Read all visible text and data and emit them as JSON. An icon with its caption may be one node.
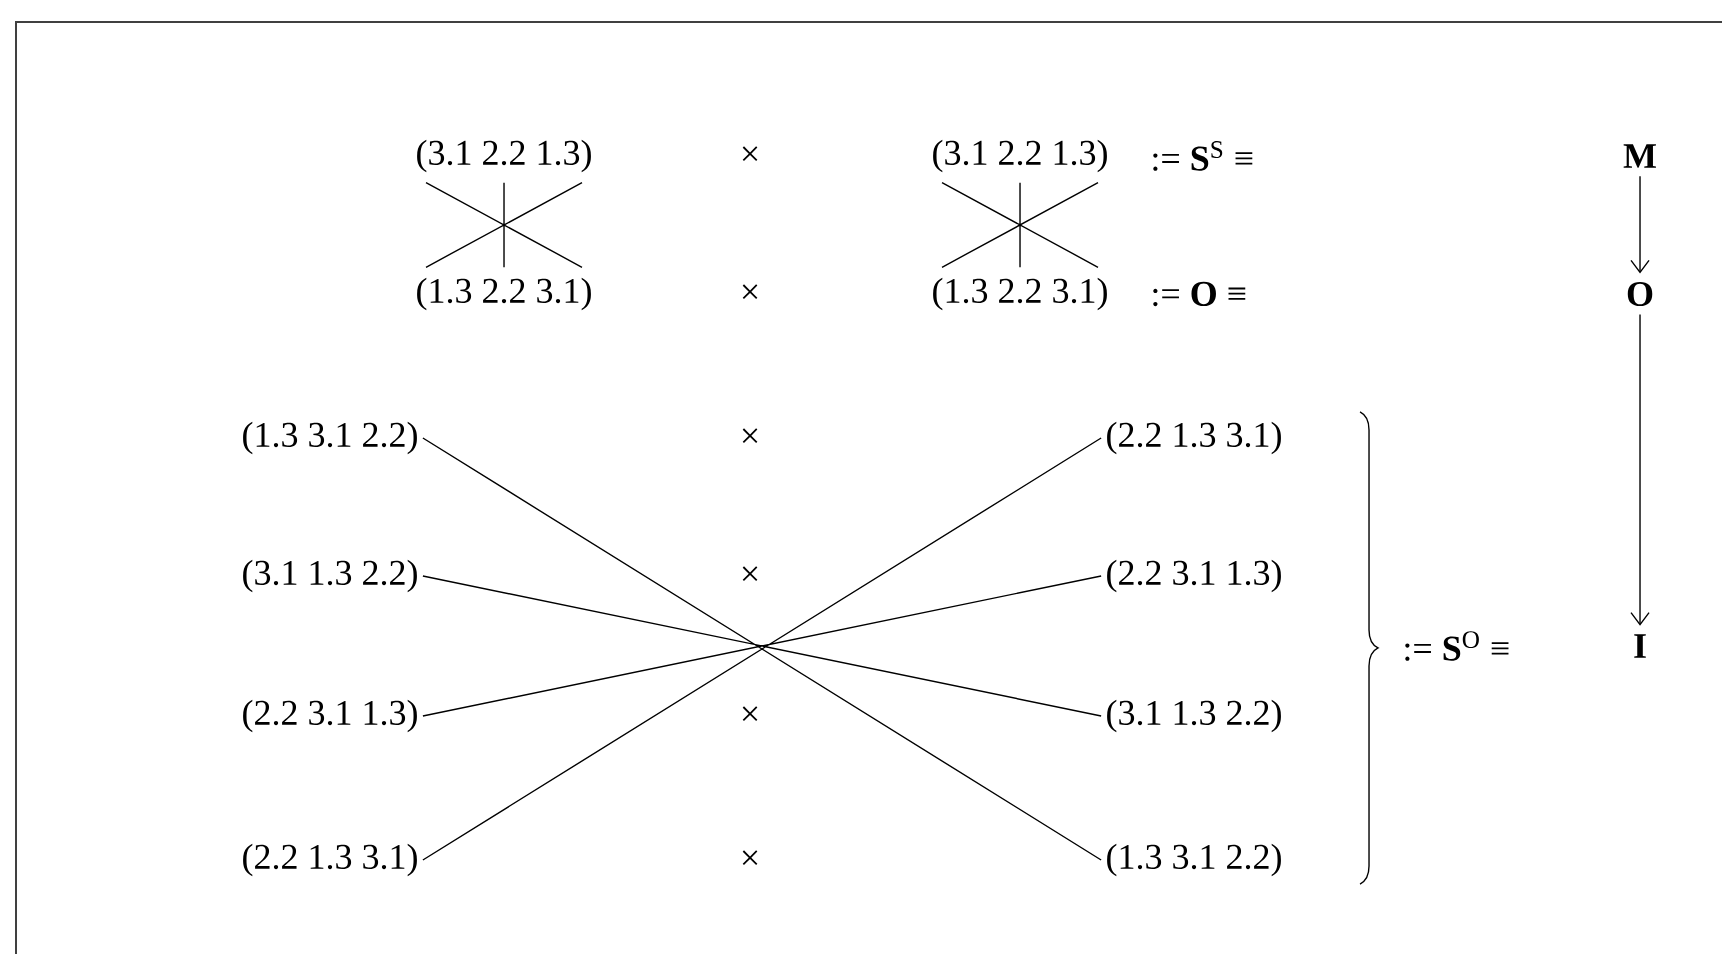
{
  "diagram": {
    "nodes": [
      {
        "text": [
          "(3.1 2.2 1.3)"
        ]
      },
      {
        "text": [
          "(3.1 2.2 1.3)"
        ]
      },
      {
        "text": [
          "M"
        ]
      },
      {
        "text": [
          "(1.3 2.2 3.1)"
        ]
      },
      {
        "text": [
          "(1.3 2.2 3.1)"
        ]
      },
      {
        "text": [
          "O"
        ]
      },
      {
        "text": [
          "(1.3 3.1 2.2)"
        ]
      },
      {
        "text": [
          "(3.1 1.3 2.2)"
        ]
      },
      {
        "text": [
          "(2.2 3.1 1.3)"
        ]
      },
      {
        "text": [
          "(2.2 1.3 3.1)"
        ]
      },
      {
        "text": [
          "(2.2 1.3 3.1)"
        ]
      },
      {
        "text": [
          "(2.2 3.1 1.3)"
        ]
      },
      {
        "text": [
          "(3.1 1.3 2.2)"
        ]
      },
      {
        "text": [
          "(1.3 3.1 2.2)"
        ]
      },
      {
        "text": [
          "I"
        ]
      }
    ],
    "edges": [
      {
        "from": 0,
        "to": 3,
        "arrow": "none"
      },
      {
        "from": 1,
        "to": 4,
        "arrow": "none"
      },
      {
        "from": 2,
        "to": 5,
        "arrow": "to"
      },
      {
        "from": 6,
        "to": 13,
        "arrow": "none"
      },
      {
        "from": 7,
        "to": 12,
        "arrow": "none"
      },
      {
        "from": 8,
        "to": 11,
        "arrow": "none"
      },
      {
        "from": 9,
        "to": 10,
        "arrow": "none"
      },
      {
        "from": 5,
        "to": 14,
        "arrow": "to"
      }
    ],
    "labels": [
      "×",
      ":= **S**$^{S}$ ≡",
      "×",
      ":= **O** ≡",
      "×",
      "×",
      ":= **S**$^{O}$ ≡",
      "×",
      "×"
    ]
  }
}
